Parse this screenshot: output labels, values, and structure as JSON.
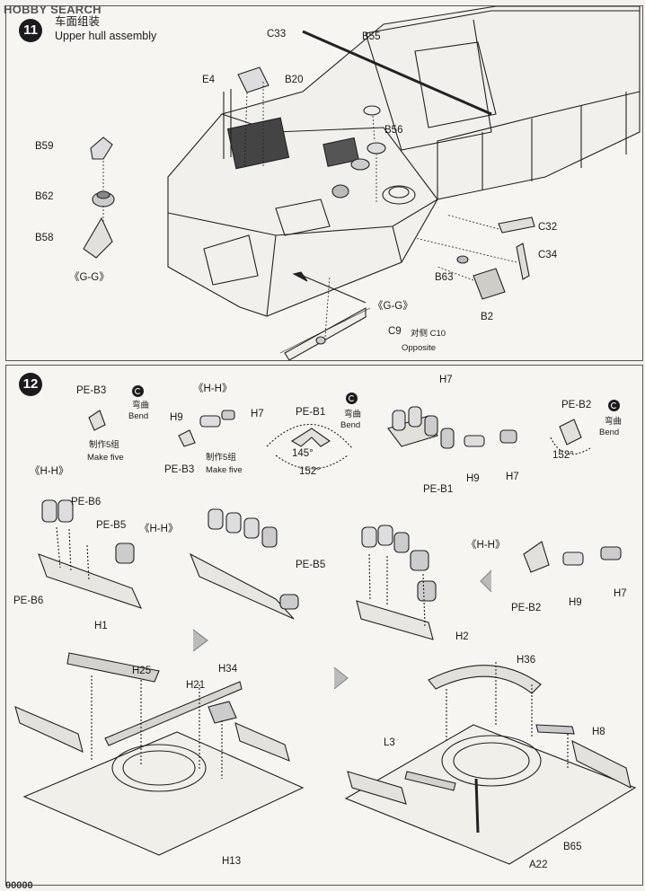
{
  "watermark": "HOBBY SEARCH",
  "step11": {
    "number": "11",
    "title_cn": "车面组装",
    "title_en": "Upper hull assembly",
    "parts": {
      "c33": "C33",
      "b55": "B55",
      "e4": "E4",
      "b20": "B20",
      "b56": "B56",
      "b59": "B59",
      "b62": "B62",
      "b58": "B58",
      "gg_left": "《G-G》",
      "c32": "C32",
      "c34": "C34",
      "b63": "B63",
      "b2": "B2",
      "gg_center": "《G-G》",
      "c9": "C9",
      "c10_cn": "对侧 C10",
      "opposite": "Opposite"
    }
  },
  "step12": {
    "number": "12",
    "parts": {
      "pe_b3_top": "PE-B3",
      "bend_cn_1": "弯曲",
      "bend_en_1": "Bend",
      "hh_top": "《H-H》",
      "h9_top": "H9",
      "h7_top": "H7",
      "make_five_cn_1": "制作5组",
      "make_five_en_1": "Make five",
      "pe_b3_bottom": "PE-B3",
      "make_five_cn_2": "制作5组",
      "make_five_en_2": "Make five",
      "pe_b1_top": "PE-B1",
      "bend_cn_2": "弯曲",
      "bend_en_2": "Bend",
      "angle_145": "145°",
      "angle_152_a": "152°",
      "h7_group": "H7",
      "h9_mid": "H9",
      "h7_mid": "H7",
      "pe_b1_mid": "PE-B1",
      "pe_b2_top": "PE-B2",
      "bend_cn_3": "弯曲",
      "bend_en_3": "Bend",
      "angle_152_b": "152°",
      "hh_left": "《H-H》",
      "pe_b6_a": "PE-B6",
      "pe_b5_a": "PE-B5",
      "hh_left2": "《H-H》",
      "pe_b6_b": "PE-B6",
      "h1": "H1",
      "pe_b5_b": "PE-B5",
      "hh_right": "《H-H》",
      "h2": "H2",
      "pe_b2_mid": "PE-B2",
      "h9_right": "H9",
      "h7_right": "H7",
      "h25": "H25",
      "h34": "H34",
      "h21": "H21",
      "h13": "H13",
      "h36": "H36",
      "h8": "H8",
      "l3": "L3",
      "b65": "B65",
      "a22": "A22"
    }
  },
  "page_number": "00000"
}
